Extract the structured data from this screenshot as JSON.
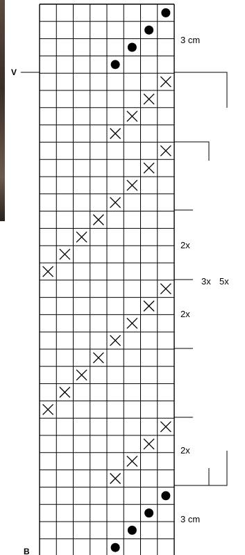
{
  "title_left_top": "V",
  "label_bottom_left": "B",
  "labels": {
    "top_cm": "3 cm",
    "bottom_cm": "3 cm",
    "rep_upper": "2x",
    "rep_mid": "2x",
    "rep_lower": "2x",
    "rep_3x": "3x",
    "rep_5x": "5x"
  },
  "grid": {
    "cols": 8,
    "rows": 33,
    "cells": [
      {
        "row": 0,
        "col": 7,
        "sym": "dot"
      },
      {
        "row": 1,
        "col": 6,
        "sym": "dot"
      },
      {
        "row": 2,
        "col": 5,
        "sym": "dot"
      },
      {
        "row": 3,
        "col": 4,
        "sym": "dot"
      },
      {
        "row": 4,
        "col": 7,
        "sym": "x"
      },
      {
        "row": 5,
        "col": 6,
        "sym": "x"
      },
      {
        "row": 6,
        "col": 5,
        "sym": "x"
      },
      {
        "row": 7,
        "col": 4,
        "sym": "x"
      },
      {
        "row": 8,
        "col": 7,
        "sym": "x"
      },
      {
        "row": 9,
        "col": 6,
        "sym": "x"
      },
      {
        "row": 10,
        "col": 5,
        "sym": "x"
      },
      {
        "row": 11,
        "col": 4,
        "sym": "x"
      },
      {
        "row": 12,
        "col": 3,
        "sym": "x"
      },
      {
        "row": 13,
        "col": 2,
        "sym": "x"
      },
      {
        "row": 14,
        "col": 1,
        "sym": "x"
      },
      {
        "row": 15,
        "col": 0,
        "sym": "x"
      },
      {
        "row": 16,
        "col": 7,
        "sym": "x"
      },
      {
        "row": 17,
        "col": 6,
        "sym": "x"
      },
      {
        "row": 18,
        "col": 5,
        "sym": "x"
      },
      {
        "row": 19,
        "col": 4,
        "sym": "x"
      },
      {
        "row": 20,
        "col": 3,
        "sym": "x"
      },
      {
        "row": 21,
        "col": 2,
        "sym": "x"
      },
      {
        "row": 22,
        "col": 1,
        "sym": "x"
      },
      {
        "row": 23,
        "col": 0,
        "sym": "x"
      },
      {
        "row": 24,
        "col": 7,
        "sym": "x"
      },
      {
        "row": 25,
        "col": 6,
        "sym": "x"
      },
      {
        "row": 26,
        "col": 5,
        "sym": "x"
      },
      {
        "row": 27,
        "col": 4,
        "sym": "x"
      },
      {
        "row": 28,
        "col": 7,
        "sym": "dot"
      },
      {
        "row": 29,
        "col": 6,
        "sym": "dot"
      },
      {
        "row": 30,
        "col": 5,
        "sym": "dot"
      },
      {
        "row": 31,
        "col": 4,
        "sym": "dot"
      }
    ]
  }
}
